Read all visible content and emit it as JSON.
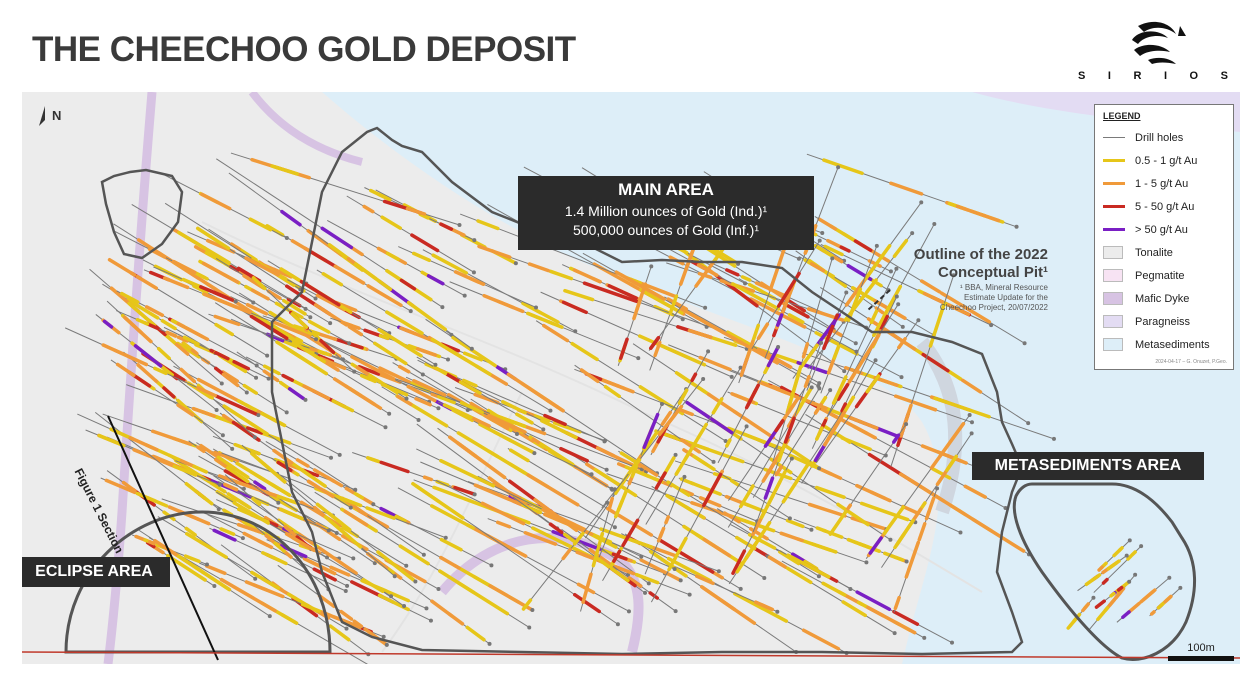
{
  "title": "THE CHEECHOO GOLD DEPOSIT",
  "logo": {
    "wordmark": [
      "S",
      "I",
      "R",
      "I",
      "O",
      "S"
    ]
  },
  "north_arrow": {
    "label": "N"
  },
  "main_area": {
    "title": "MAIN AREA",
    "line1": "1.4 Million ounces of Gold (Ind.)¹",
    "line2": "500,000 ounces of Gold (Inf.)¹"
  },
  "pit_outline": {
    "label_line1": "Outline of the 2022",
    "label_line2": "Conceptual Pit¹",
    "note_line1": "¹ BBA, Mineral Resource",
    "note_line2": "Estimate Update for the",
    "note_line3": "Cheechoo Project, 20/07/2022"
  },
  "metasediments_area": {
    "label": "METASEDIMENTS AREA"
  },
  "eclipse_area": {
    "label": "ECLIPSE AREA"
  },
  "section_label": "Figure 1 Section",
  "legend": {
    "title": "LEGEND",
    "lines": [
      {
        "label": "Drill holes",
        "color": "#7a7a7a"
      },
      {
        "label": "0.5 - 1 g/t Au",
        "color": "#e6c619"
      },
      {
        "label": "1 - 5 g/t Au",
        "color": "#f09a3a"
      },
      {
        "label": "5 - 50 g/t Au",
        "color": "#c92a22"
      },
      {
        "label": "> 50 g/t Au",
        "color": "#7a1fc4"
      }
    ],
    "units": [
      {
        "label": "Tonalite",
        "color": "#ececec"
      },
      {
        "label": "Pegmatite",
        "color": "#f7e3f3"
      },
      {
        "label": "Mafic Dyke",
        "color": "#d7c3e3"
      },
      {
        "label": "Paragneiss",
        "color": "#e3dcf3"
      },
      {
        "label": "Metasediments",
        "color": "#ddeef8"
      }
    ],
    "credit": "2024-04-17 – G. Onuzet, P.Geo."
  },
  "scale_bar": {
    "label": "100m"
  },
  "colors": {
    "tonalite": "#ececec",
    "metasediments": "#ddeef8",
    "mafic_dyke": "#d7c3e3",
    "paragneiss": "#e3dcf3",
    "label_box": "#2b2b2b",
    "outline": "#555555"
  }
}
